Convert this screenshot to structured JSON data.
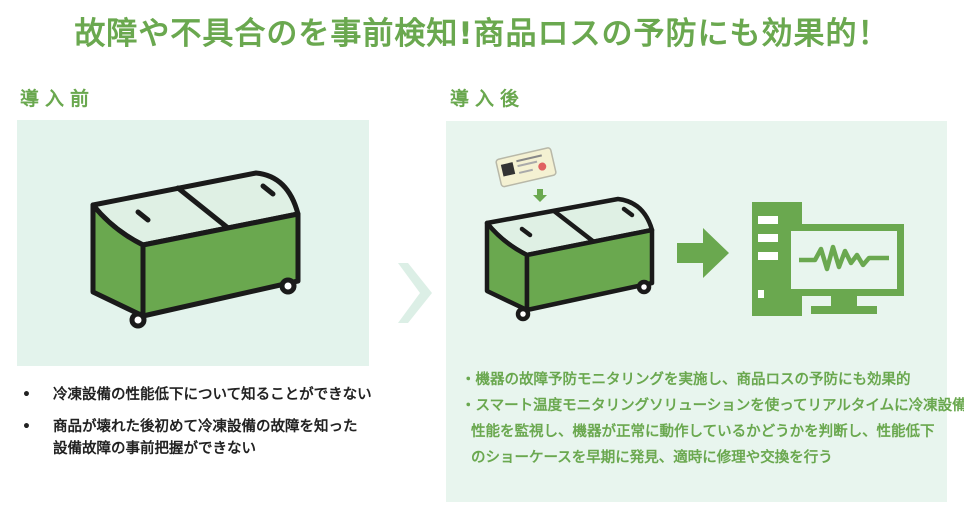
{
  "title": "故障や不具合のを事前検知!商品ロスの予防にも効果的！",
  "before": {
    "label": "導入前",
    "bullet_symbol": "•",
    "items": [
      {
        "lines": [
          "冷凍設備の性能低下について知ることができない"
        ]
      },
      {
        "lines": [
          "商品が壊れた後初めて冷凍設備の故障を知った",
          "設備故障の事前把握ができない"
        ]
      }
    ]
  },
  "after": {
    "label": "導入後",
    "items": [
      {
        "lines": [
          "・機器の故障予防モニタリングを実施し、商品ロスの予防にも効果的"
        ]
      },
      {
        "lines": [
          "・スマート温度モニタリングソリューションを使ってリアルタイムに冷凍設備の",
          "性能を監視し、機器が正常に動作しているかどうかを判断し、性能低下",
          "のショーケースを早期に発見、適時に修理や交換を行う"
        ]
      }
    ]
  },
  "colors": {
    "accent": "#6aa84f",
    "freezer_body": "#6aa84f",
    "freezer_lid": "#dff0e4",
    "outline": "#1a1a1a",
    "panel_before": "#e3f3ec",
    "panel_after": "#e8f5ee",
    "chevron": "#dcefe6"
  },
  "icons": [
    "chest-freezer-icon",
    "temperature-sensor-icon",
    "down-arrow-icon",
    "right-arrow-icon",
    "monitor-icon",
    "computer-tower-icon",
    "waveform-icon",
    "chevron-right-icon"
  ]
}
